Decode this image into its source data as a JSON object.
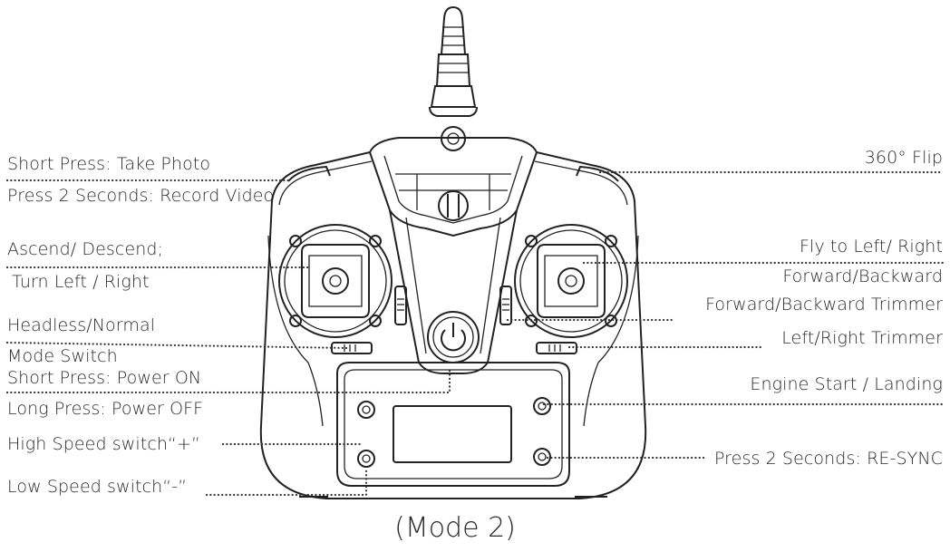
{
  "labels": {
    "photo": "Short Press: Take Photo",
    "video": "Press 2 Seconds: Record Video",
    "ascend": "Ascend/ Descend;",
    "turn": "Turn  Left / Right",
    "headless": "Headless/Normal",
    "mode_switch": "Mode Switch",
    "power_on": "Short Press: Power ON",
    "power_off": "Long Press: Power OFF",
    "high_speed": "High Speed switch“+”",
    "low_speed": "Low Speed switch“-”",
    "flip": "360° Flip",
    "fly_lr": "Fly to Left/ Right",
    "fwd_bwd": "Forward/Backward",
    "fwd_bwd_trim": "Forward/Backward Trimmer",
    "lr_trim": "Left/Right Trimmer",
    "engine": "Engine Start / Landing",
    "resync": "Press 2 Seconds: RE-SYNC"
  },
  "caption": "(Mode 2)"
}
